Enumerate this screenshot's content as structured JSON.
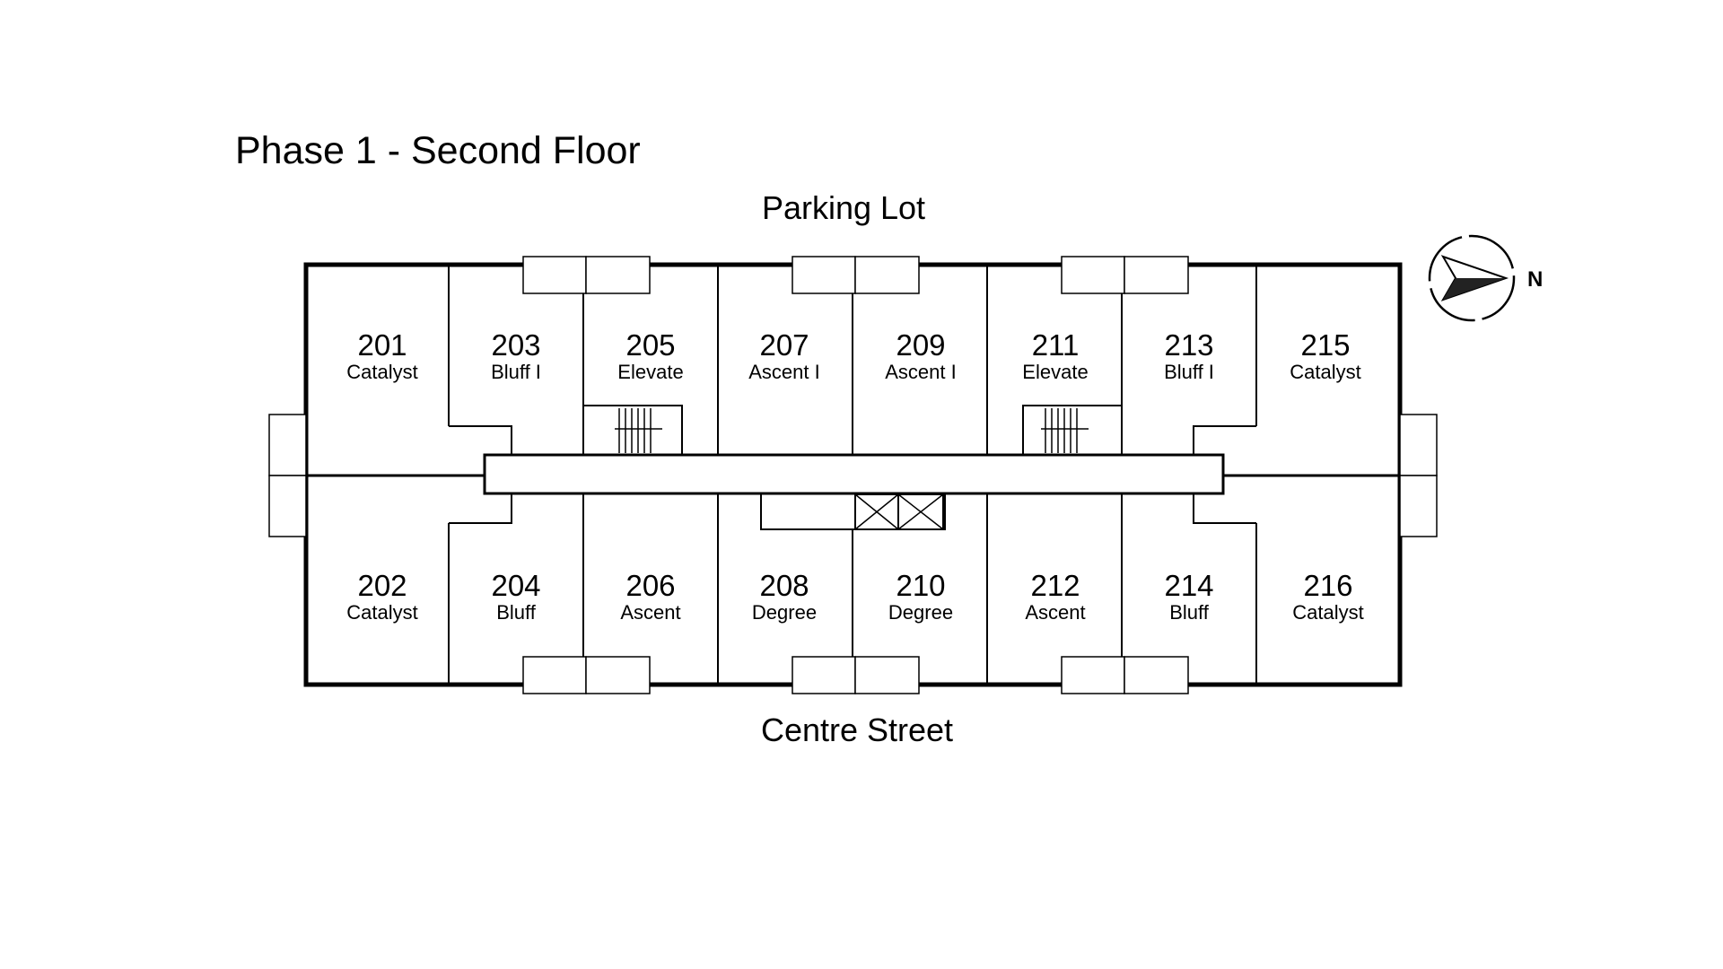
{
  "title": "Phase 1 - Second Floor",
  "labels": {
    "top": "Parking Lot",
    "bottom": "Centre Street"
  },
  "compass": {
    "letter": "N"
  },
  "units": [
    {
      "number": "201",
      "type": "Catalyst"
    },
    {
      "number": "203",
      "type": "Bluff I"
    },
    {
      "number": "205",
      "type": "Elevate"
    },
    {
      "number": "207",
      "type": "Ascent I"
    },
    {
      "number": "209",
      "type": "Ascent I"
    },
    {
      "number": "211",
      "type": "Elevate"
    },
    {
      "number": "213",
      "type": "Bluff I"
    },
    {
      "number": "215",
      "type": "Catalyst"
    },
    {
      "number": "202",
      "type": "Catalyst"
    },
    {
      "number": "204",
      "type": "Bluff"
    },
    {
      "number": "206",
      "type": "Ascent"
    },
    {
      "number": "208",
      "type": "Degree"
    },
    {
      "number": "210",
      "type": "Degree"
    },
    {
      "number": "212",
      "type": "Ascent"
    },
    {
      "number": "214",
      "type": "Bluff"
    },
    {
      "number": "216",
      "type": "Catalyst"
    }
  ]
}
